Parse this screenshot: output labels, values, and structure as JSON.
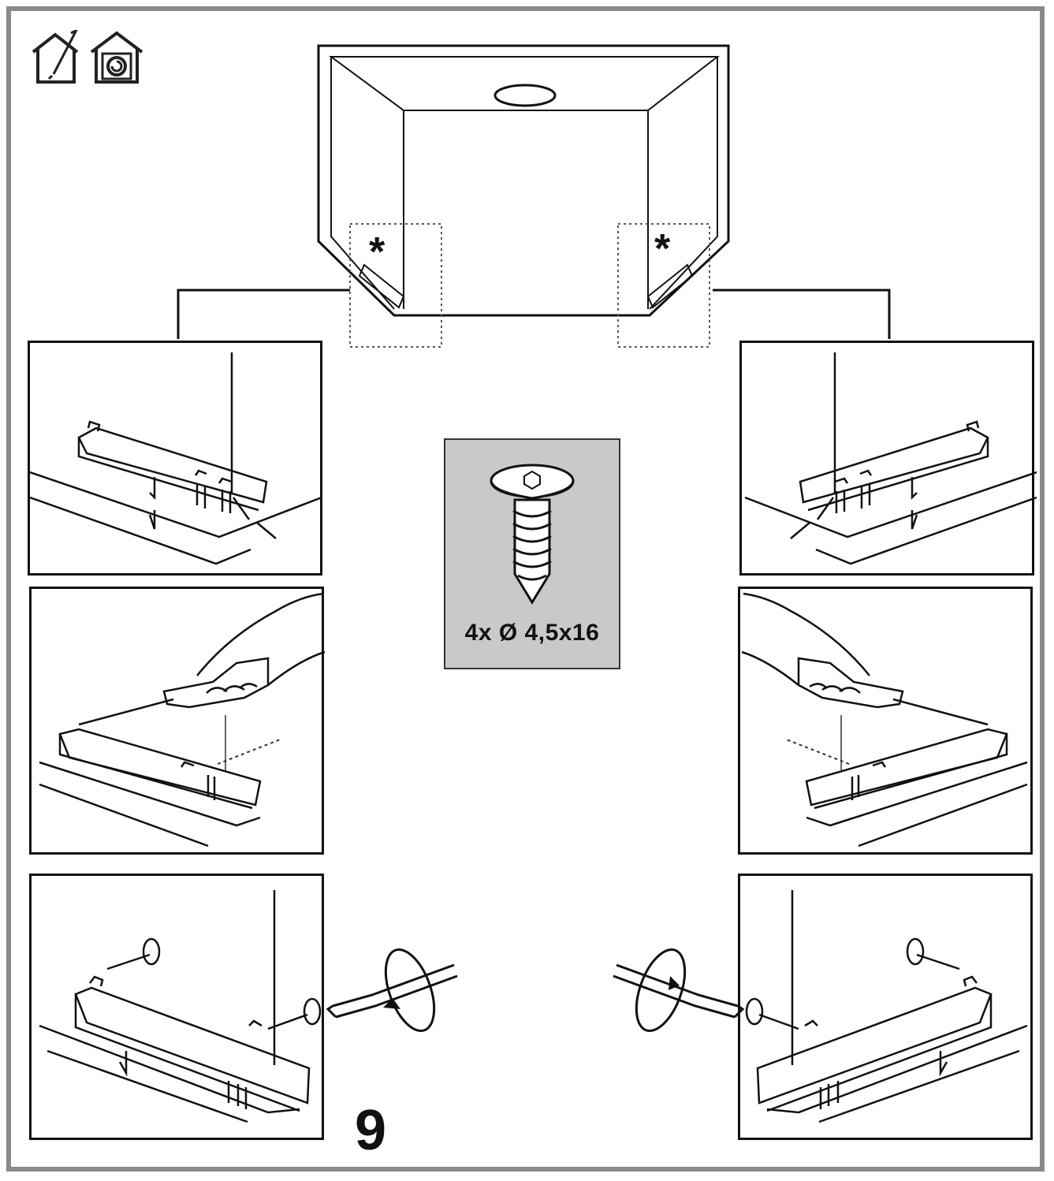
{
  "page": {
    "step_number": "9",
    "screw_spec": "4x Ø 4,5x16",
    "detail_marker_left": "*",
    "detail_marker_right": "*"
  },
  "icons": {
    "top_left": [
      "house-tools-icon",
      "house-recirculation-icon"
    ],
    "panels_left": [
      "bracket-position-detail-left",
      "screwdriver-press-detail-left",
      "screw-fixing-detail-left"
    ],
    "panels_right": [
      "bracket-position-detail-right",
      "screwdriver-press-detail-right",
      "screw-fixing-detail-right"
    ],
    "rotation": [
      "rotate-clockwise-left-icon",
      "rotate-clockwise-right-icon"
    ]
  }
}
